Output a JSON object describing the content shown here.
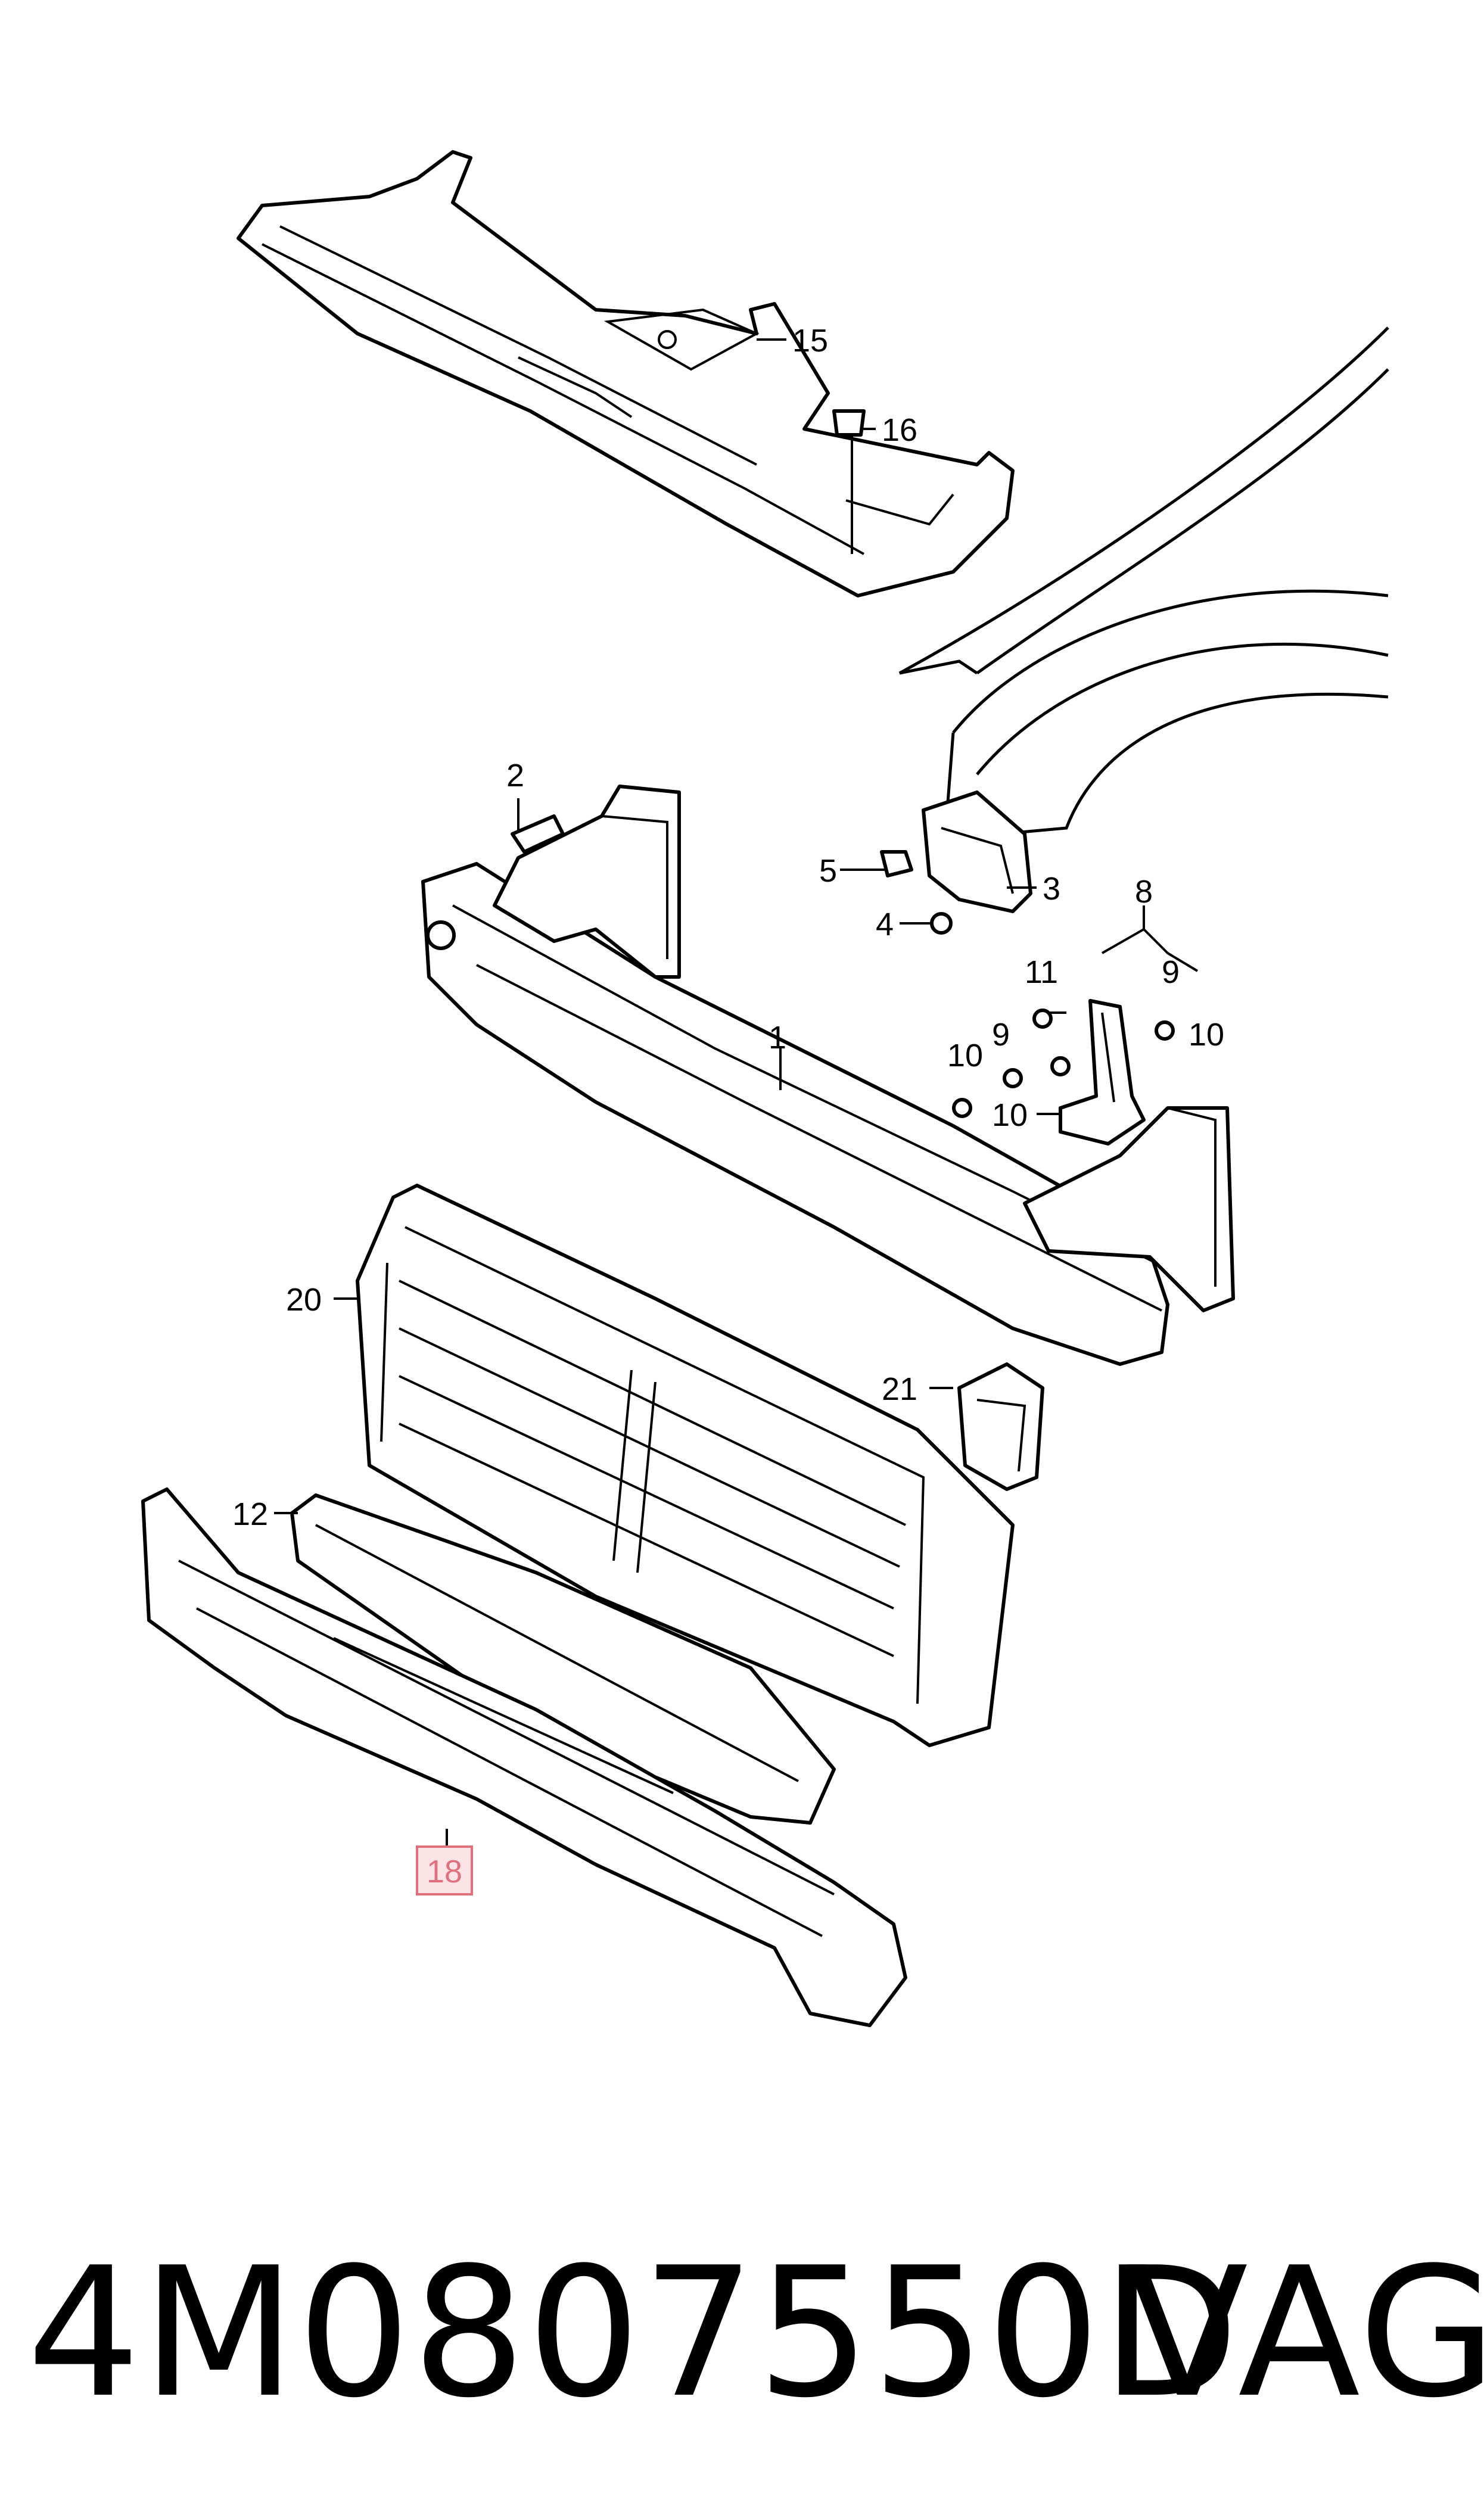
{
  "callouts": {
    "c1": "1",
    "c2": "2",
    "c3": "3",
    "c4": "4",
    "c5": "5",
    "c8": "8",
    "c9a": "9",
    "c9b": "9",
    "c10a": "10",
    "c10b": "10",
    "c10c": "10",
    "c11": "11",
    "c12": "12",
    "c15": "15",
    "c16": "16",
    "c18": "18",
    "c20": "20",
    "c21": "21"
  },
  "highlight": {
    "fill": "#fbe3e6",
    "stroke": "#e0707e"
  },
  "footer": {
    "part_number": "4M0807550D",
    "brand": "VAG"
  }
}
